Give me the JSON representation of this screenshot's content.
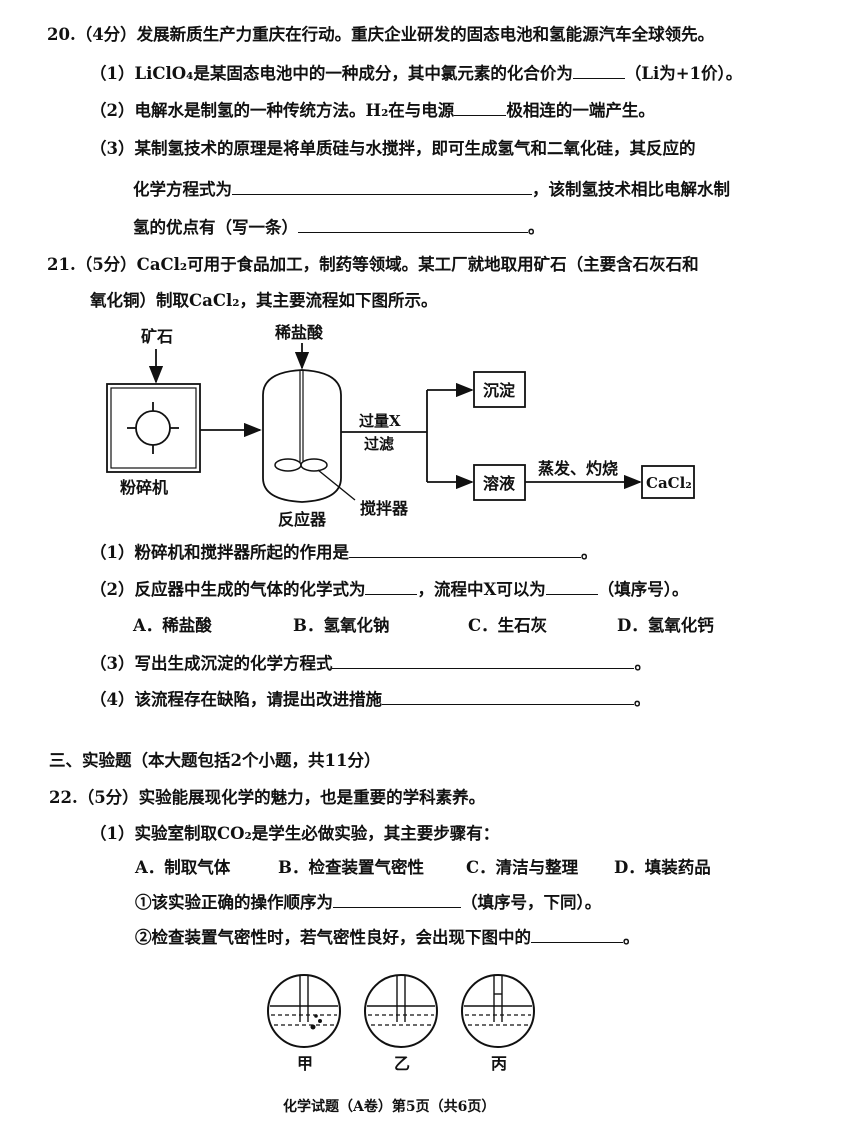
{
  "q20": {
    "stem": "20.（4分）发展新质生产力重庆在行动。重庆企业研发的固态电池和氢能源汽车全球领先。",
    "p1_a": "（1）LiClO₄是某固态电池中的一种成分，其中氯元素的化合价为",
    "p1_b": "（Li为+1价）。",
    "p2_a": "（2）电解水是制氢的一种传统方法。H₂在与电源",
    "p2_b": "极相连的一端产生。",
    "p3_a": "（3）某制氢技术的原理是将单质硅与水搅拌，即可生成氢气和二氧化硅，其反应的",
    "p3_b": "化学方程式为",
    "p3_c": "，该制氢技术相比电解水制",
    "p3_d": "氢的优点有（写一条）",
    "p3_e": "。"
  },
  "q21": {
    "stem1": "21.（5分）CaCl₂可用于食品加工，制药等领域。某工厂就地取用矿石（主要含石灰石和",
    "stem2": "氧化铜）制取CaCl₂，其主要流程如下图所示。",
    "diagram": {
      "ore": "矿石",
      "acid": "稀盐酸",
      "crusher": "粉碎机",
      "reactor": "反应器",
      "stirrer": "搅拌器",
      "excess_x": "过量X",
      "filter": "过滤",
      "precipitate": "沉淀",
      "solution": "溶液",
      "evap": "蒸发、灼烧",
      "product": "CaCl₂"
    },
    "p1_a": "（1）粉碎机和搅拌器所起的作用是",
    "p1_b": "。",
    "p2_a": "（2）反应器中生成的气体的化学式为",
    "p2_b": "，流程中X可以为",
    "p2_c": "（填序号）。",
    "options": [
      "A．稀盐酸",
      "B．氢氧化钠",
      "C．生石灰",
      "D．氢氧化钙"
    ],
    "p3_a": "（3）写出生成沉淀的化学方程式",
    "p3_b": "。",
    "p4_a": "（4）该流程存在缺陷，请提出改进措施",
    "p4_b": "。"
  },
  "section3": "三、实验题（本大题包括2个小题，共11分）",
  "q22": {
    "stem": "22.（5分）实验能展现化学的魅力，也是重要的学科素养。",
    "p1": "（1）实验室制取CO₂是学生必做实验，其主要步骤有：",
    "options": [
      "A．制取气体",
      "B．检查装置气密性",
      "C．清洁与整理",
      "D．填装药品"
    ],
    "s1_a": "①该实验正确的操作顺序为",
    "s1_b": "（填序号，下同）。",
    "s2_a": "②检查装置气密性时，若气密性良好，会出现下图中的",
    "s2_b": "。",
    "figures": [
      "甲",
      "乙",
      "丙"
    ]
  },
  "footer": "化学试题（A卷）第5页（共6页）"
}
